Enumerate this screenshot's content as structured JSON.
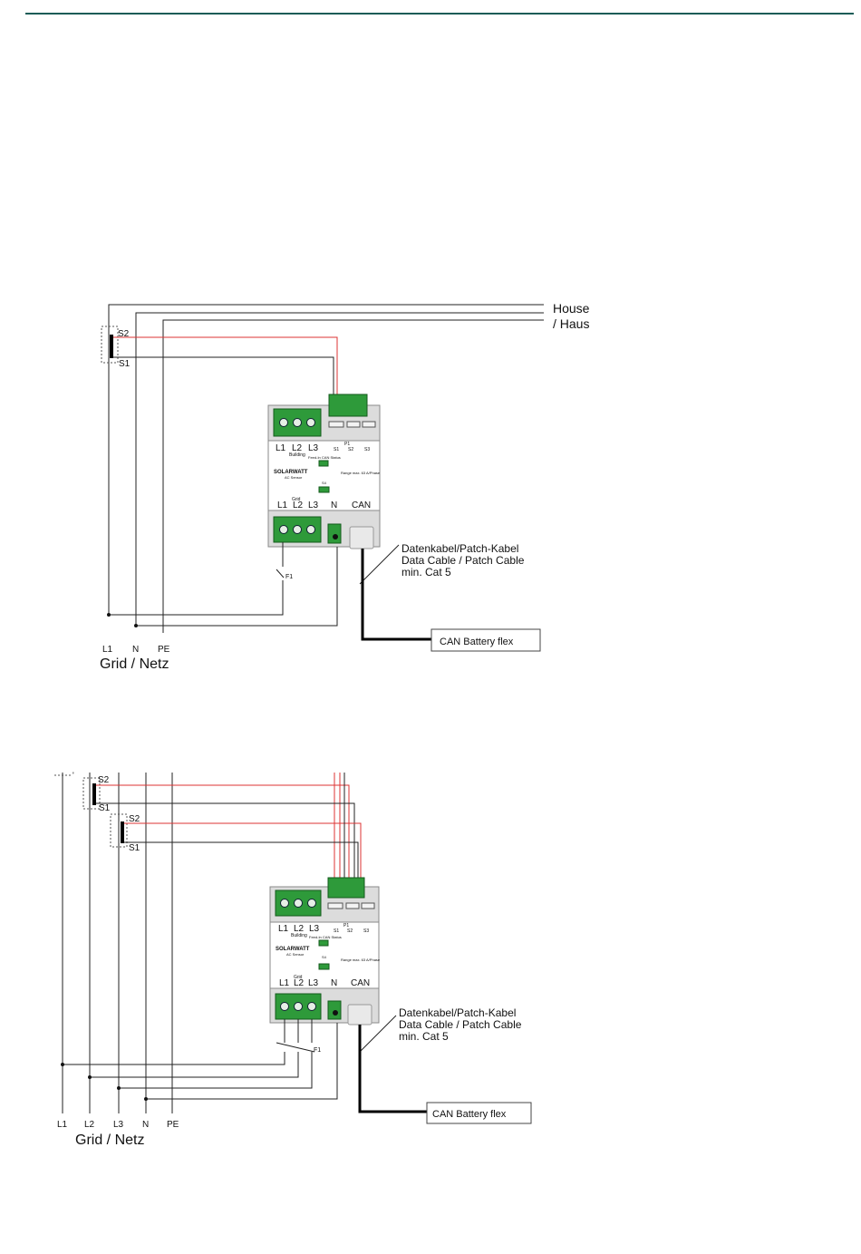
{
  "header": {
    "rule_color": "#1a5c57"
  },
  "colors": {
    "signal_wire": "#dd3333",
    "terminal_green": "#2e9a3a"
  },
  "diagram1": {
    "house_label_1": "House",
    "house_label_2": "/ Haus",
    "ct_s2": "S2",
    "ct_s1": "S1",
    "meter": {
      "top_l1": "L1",
      "top_l2": "L2",
      "top_l3": "L3",
      "building": "Building",
      "p1": "P1",
      "s1": "S1",
      "s2": "S2",
      "s3": "S3",
      "brand": "SOLARWATT",
      "brand_sub": "AC Sensor",
      "feed_in": "Feed-In CAN Status",
      "range": "Range max. 63 A/Phase",
      "s4": "S4",
      "grid_small": "Grid",
      "bot_l1": "L1",
      "bot_l2": "L2",
      "bot_l3": "L3",
      "n": "N",
      "can": "CAN"
    },
    "fuse": "F1",
    "cable_1": "Datenkabel/Patch-Kabel",
    "cable_2": "Data Cable / Patch Cable",
    "cable_3": "min. Cat 5",
    "can_box": "CAN Battery flex",
    "bottom_l1": "L1",
    "bottom_n": "N",
    "bottom_pe": "PE",
    "grid": "Grid / Netz"
  },
  "diagram2": {
    "ct_s2a": "S2",
    "ct_s1a": "S1",
    "ct_s2b": "S2",
    "ct_s1b": "S1",
    "meter": {
      "top_l1": "L1",
      "top_l2": "L2",
      "top_l3": "L3",
      "building": "Building",
      "p1": "P1",
      "s1": "S1",
      "s2": "S2",
      "s3": "S3",
      "brand": "SOLARWATT",
      "brand_sub": "AC Sensor",
      "feed_in": "Feed-In CAN Status",
      "range": "Range max. 63 A/Phase",
      "s4": "S4",
      "grid_small": "Grid",
      "bot_l1": "L1",
      "bot_l2": "L2",
      "bot_l3": "L3",
      "n": "N",
      "can": "CAN"
    },
    "fuse": "F1",
    "cable_1": "Datenkabel/Patch-Kabel",
    "cable_2": "Data Cable / Patch Cable",
    "cable_3": "min. Cat 5",
    "can_box": "CAN Battery flex",
    "bottom_l1": "L1",
    "bottom_l2": "L2",
    "bottom_l3": "L3",
    "bottom_n": "N",
    "bottom_pe": "PE",
    "grid": "Grid / Netz"
  }
}
